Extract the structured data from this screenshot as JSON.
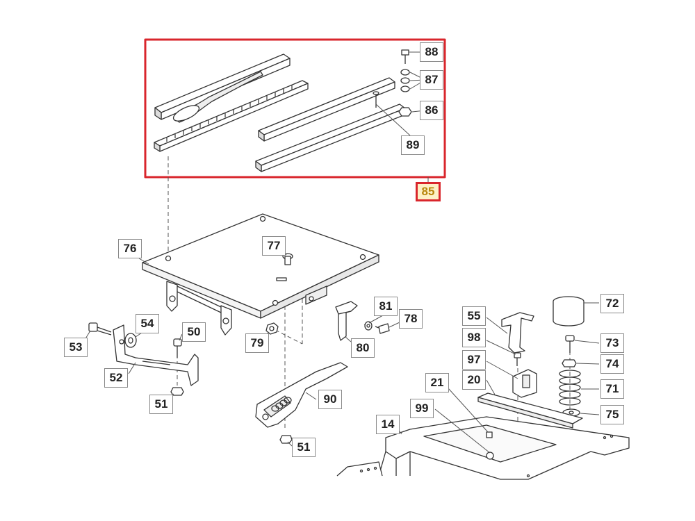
{
  "diagram": {
    "highlight_color": "#d9262c",
    "highlight_fill": "#fdf1c6",
    "highlighted_assembly": "85",
    "callouts": [
      {
        "id": "c88",
        "text": "88"
      },
      {
        "id": "c87",
        "text": "87"
      },
      {
        "id": "c86",
        "text": "86"
      },
      {
        "id": "c89",
        "text": "89"
      },
      {
        "id": "c85",
        "text": "85",
        "highlight": true
      },
      {
        "id": "c76",
        "text": "76"
      },
      {
        "id": "c77",
        "text": "77"
      },
      {
        "id": "c81",
        "text": "81"
      },
      {
        "id": "c78",
        "text": "78"
      },
      {
        "id": "c79",
        "text": "79"
      },
      {
        "id": "c80",
        "text": "80"
      },
      {
        "id": "c54",
        "text": "54"
      },
      {
        "id": "c50",
        "text": "50"
      },
      {
        "id": "c53",
        "text": "53"
      },
      {
        "id": "c52",
        "text": "52"
      },
      {
        "id": "c51a",
        "text": "51"
      },
      {
        "id": "c90",
        "text": "90"
      },
      {
        "id": "c51b",
        "text": "51"
      },
      {
        "id": "c72",
        "text": "72"
      },
      {
        "id": "c55",
        "text": "55"
      },
      {
        "id": "c98",
        "text": "98"
      },
      {
        "id": "c73",
        "text": "73"
      },
      {
        "id": "c97",
        "text": "97"
      },
      {
        "id": "c74",
        "text": "74"
      },
      {
        "id": "c21",
        "text": "21"
      },
      {
        "id": "c20",
        "text": "20"
      },
      {
        "id": "c71",
        "text": "71"
      },
      {
        "id": "c99",
        "text": "99"
      },
      {
        "id": "c75",
        "text": "75"
      },
      {
        "id": "c14",
        "text": "14"
      }
    ]
  }
}
